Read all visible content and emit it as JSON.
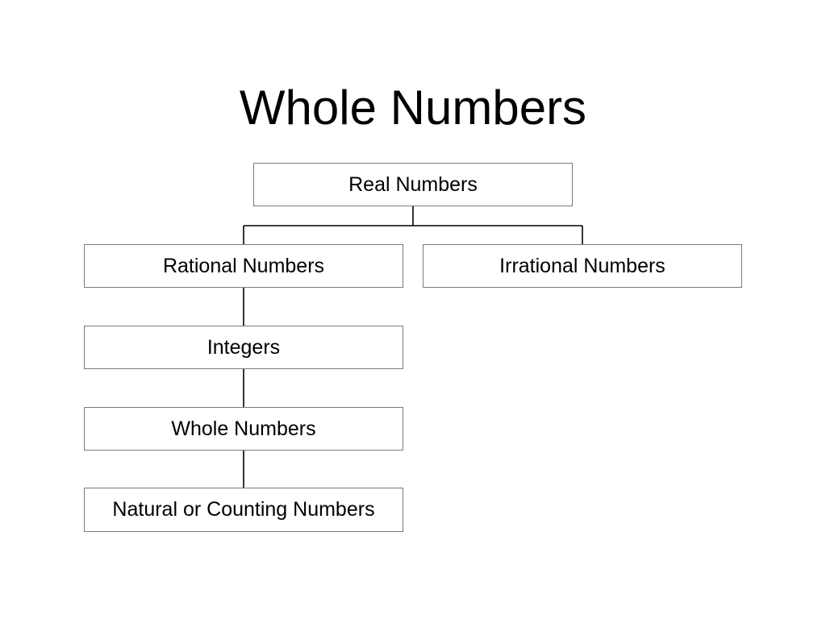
{
  "title": "Whole Numbers",
  "nodes": {
    "real": "Real Numbers",
    "rational": "Rational Numbers",
    "irrational": "Irrational Numbers",
    "integers": "Integers",
    "whole": "Whole Numbers",
    "natural": "Natural or Counting Numbers"
  }
}
